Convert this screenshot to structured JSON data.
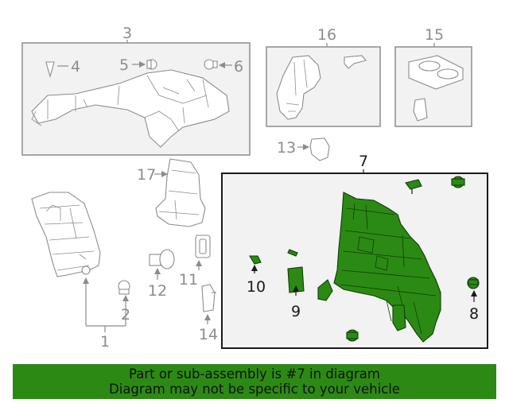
{
  "callouts": {
    "c1": "1",
    "c2": "2",
    "c3": "3",
    "c4": "4",
    "c5": "5",
    "c6": "6",
    "c7": "7",
    "c8": "8",
    "c9": "9",
    "c10": "10",
    "c11": "11",
    "c12": "12",
    "c13": "13",
    "c14": "14",
    "c15": "15",
    "c16": "16",
    "c17": "17"
  },
  "banner": {
    "line1": "Part or sub-assembly is #7 in diagram",
    "line2": "Diagram may not be specific to your vehicle"
  },
  "colors": {
    "highlight": "#2b8a14",
    "banner": "#2c8a14",
    "outline_gray": "#8c8c8c"
  }
}
